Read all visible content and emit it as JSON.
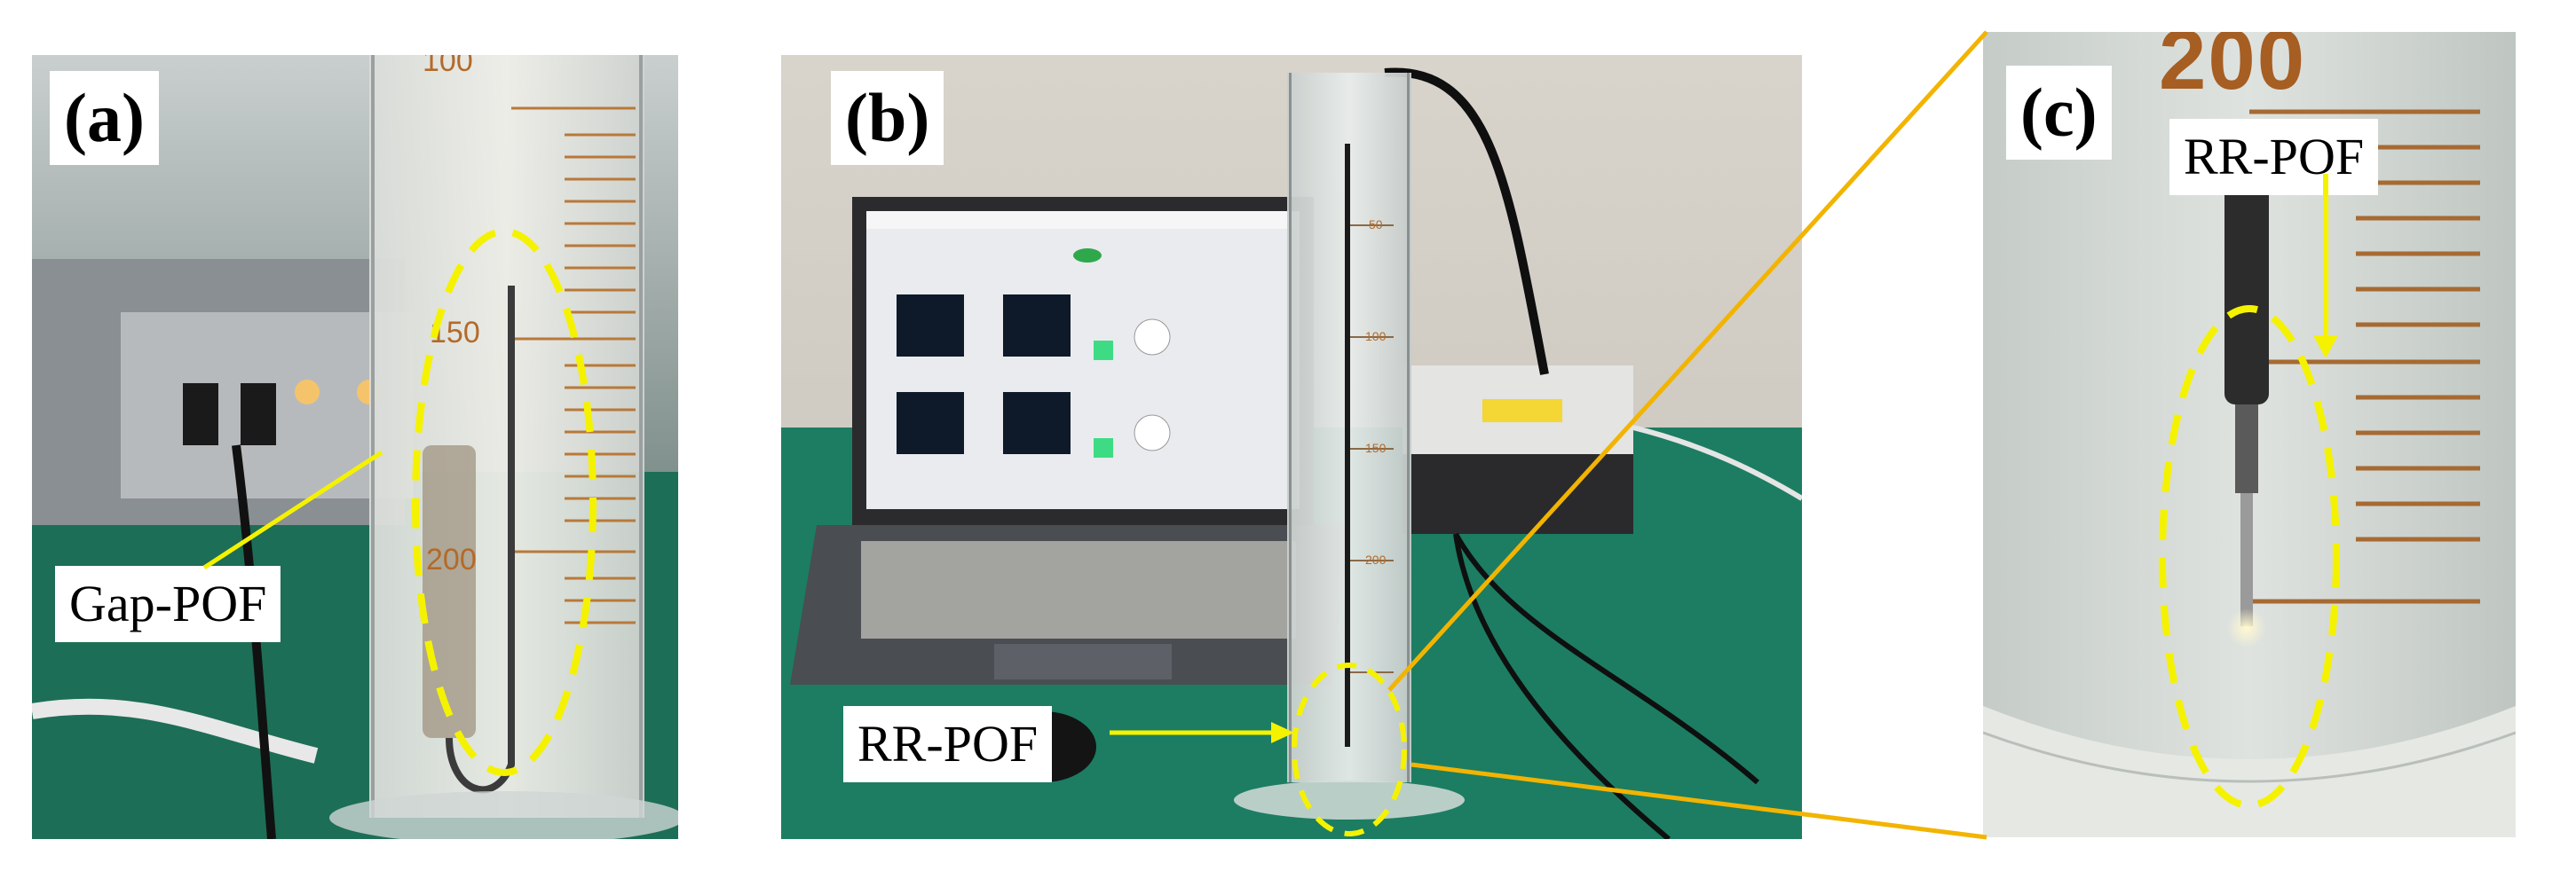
{
  "panels": {
    "a": {
      "label": "(a)",
      "callout": "Gap-POF",
      "scale_marks": [
        "100",
        "150",
        "200"
      ]
    },
    "b": {
      "label": "(b)",
      "callout": "RR-POF",
      "scale_marks": [
        "50",
        "100",
        "150",
        "200"
      ]
    },
    "c": {
      "label": "(c)",
      "callout": "RR-POF",
      "scale_marks": [
        "200"
      ]
    }
  },
  "colors": {
    "dashed_ellipse": "#f5f200",
    "callout_line": "#f5f200",
    "zoom_lines": "#f2b400",
    "background_green": "#1f7f60"
  },
  "icons": [
    "dashed-ellipse",
    "arrow",
    "zoom-connector"
  ]
}
